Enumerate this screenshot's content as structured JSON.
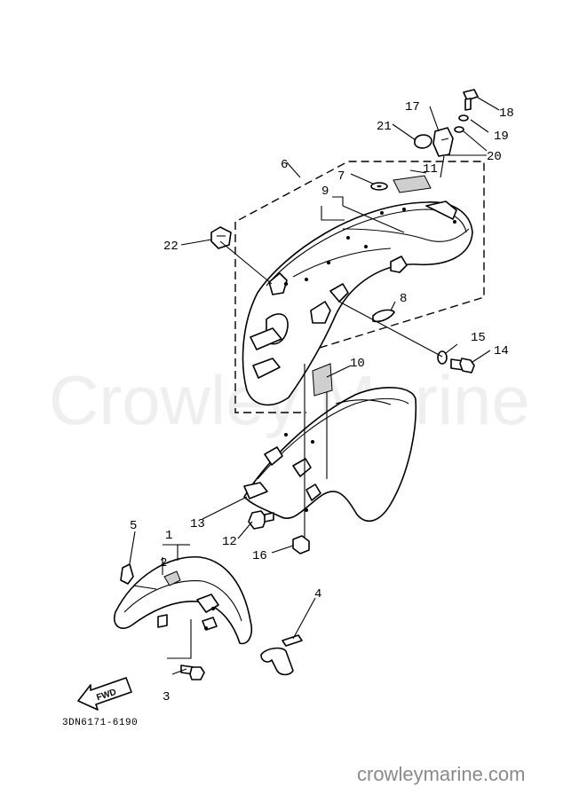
{
  "watermark": "Crowley Marine",
  "footer_site": "crowleymarine.com",
  "diagram_code": "3DN6171-6190",
  "fwd_label": "FWD",
  "callouts": {
    "c1": "1",
    "c2": "2",
    "c3": "3",
    "c4": "4",
    "c5": "5",
    "c6": "6",
    "c7": "7",
    "c8": "8",
    "c9": "9",
    "c10": "10",
    "c11": "11",
    "c12": "12",
    "c13": "13",
    "c14": "14",
    "c15": "15",
    "c16": "16",
    "c17": "17",
    "c18": "18",
    "c19": "19",
    "c20": "20",
    "c21": "21",
    "c22": "22"
  }
}
